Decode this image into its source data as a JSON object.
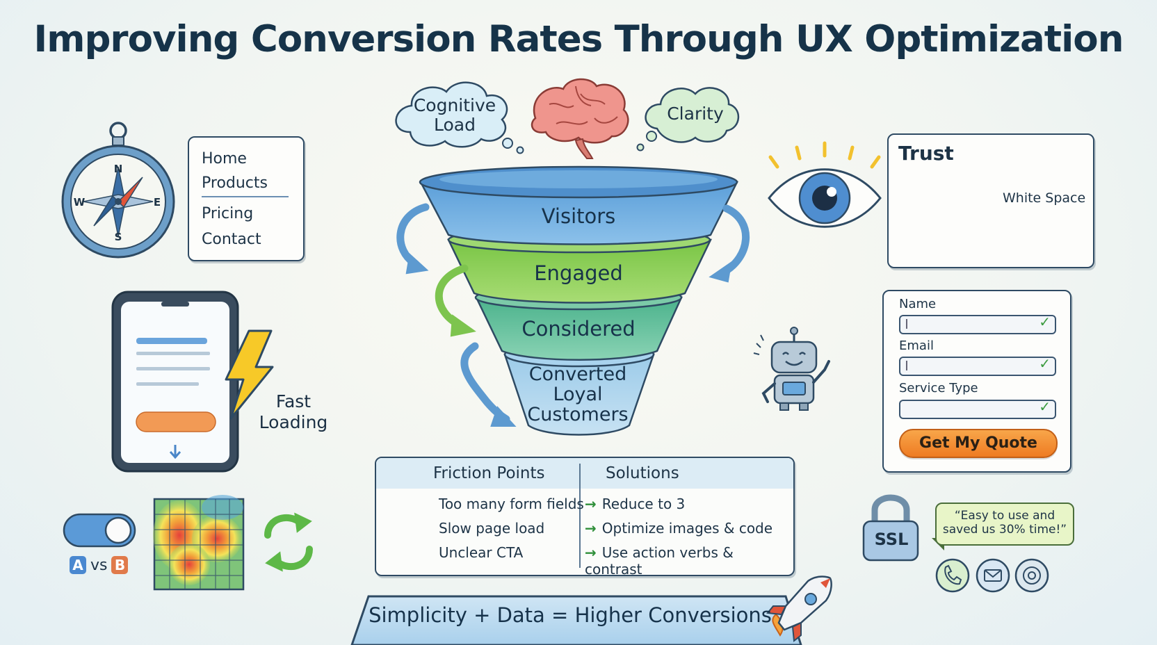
{
  "title": "Improving Conversion Rates Through UX Optimization",
  "thoughts": {
    "left": "Cognitive Load",
    "right": "Clarity"
  },
  "funnel": {
    "stages": [
      "Visitors",
      "Engaged",
      "Considered",
      "Converted Loyal Customers"
    ]
  },
  "navigation": {
    "items": [
      "Home",
      "Products",
      "Pricing",
      "Contact"
    ],
    "compass": [
      "N",
      "S",
      "W",
      "E"
    ]
  },
  "speed": {
    "label": "Fast Loading"
  },
  "ab_test": {
    "a": "A",
    "vs": "vs",
    "b": "B"
  },
  "trust": {
    "title": "Trust",
    "annotation": "White Space"
  },
  "form": {
    "fields": [
      "Name",
      "Email",
      "Service Type"
    ],
    "button": "Get My Quote"
  },
  "friction": {
    "headers": {
      "problems": "Friction Points",
      "solutions": "Solutions"
    },
    "problems": [
      "Too many form fields",
      "Slow page load",
      "Unclear CTA"
    ],
    "solutions": [
      "Reduce to 3",
      "Optimize images & code",
      "Use action verbs & contrast"
    ]
  },
  "security": {
    "badge": "SSL"
  },
  "testimonial": "“Easy to use and saved us 30% time!”",
  "banner": "Simplicity + Data = Higher Conversions",
  "colors": {
    "navy": "#163349",
    "visitors": "#6aa7dc",
    "engaged": "#8fd15a",
    "considered": "#5fbf9a",
    "converted": "#8cc4e8",
    "cta": "#f28c30",
    "success": "#3a9a3e"
  }
}
